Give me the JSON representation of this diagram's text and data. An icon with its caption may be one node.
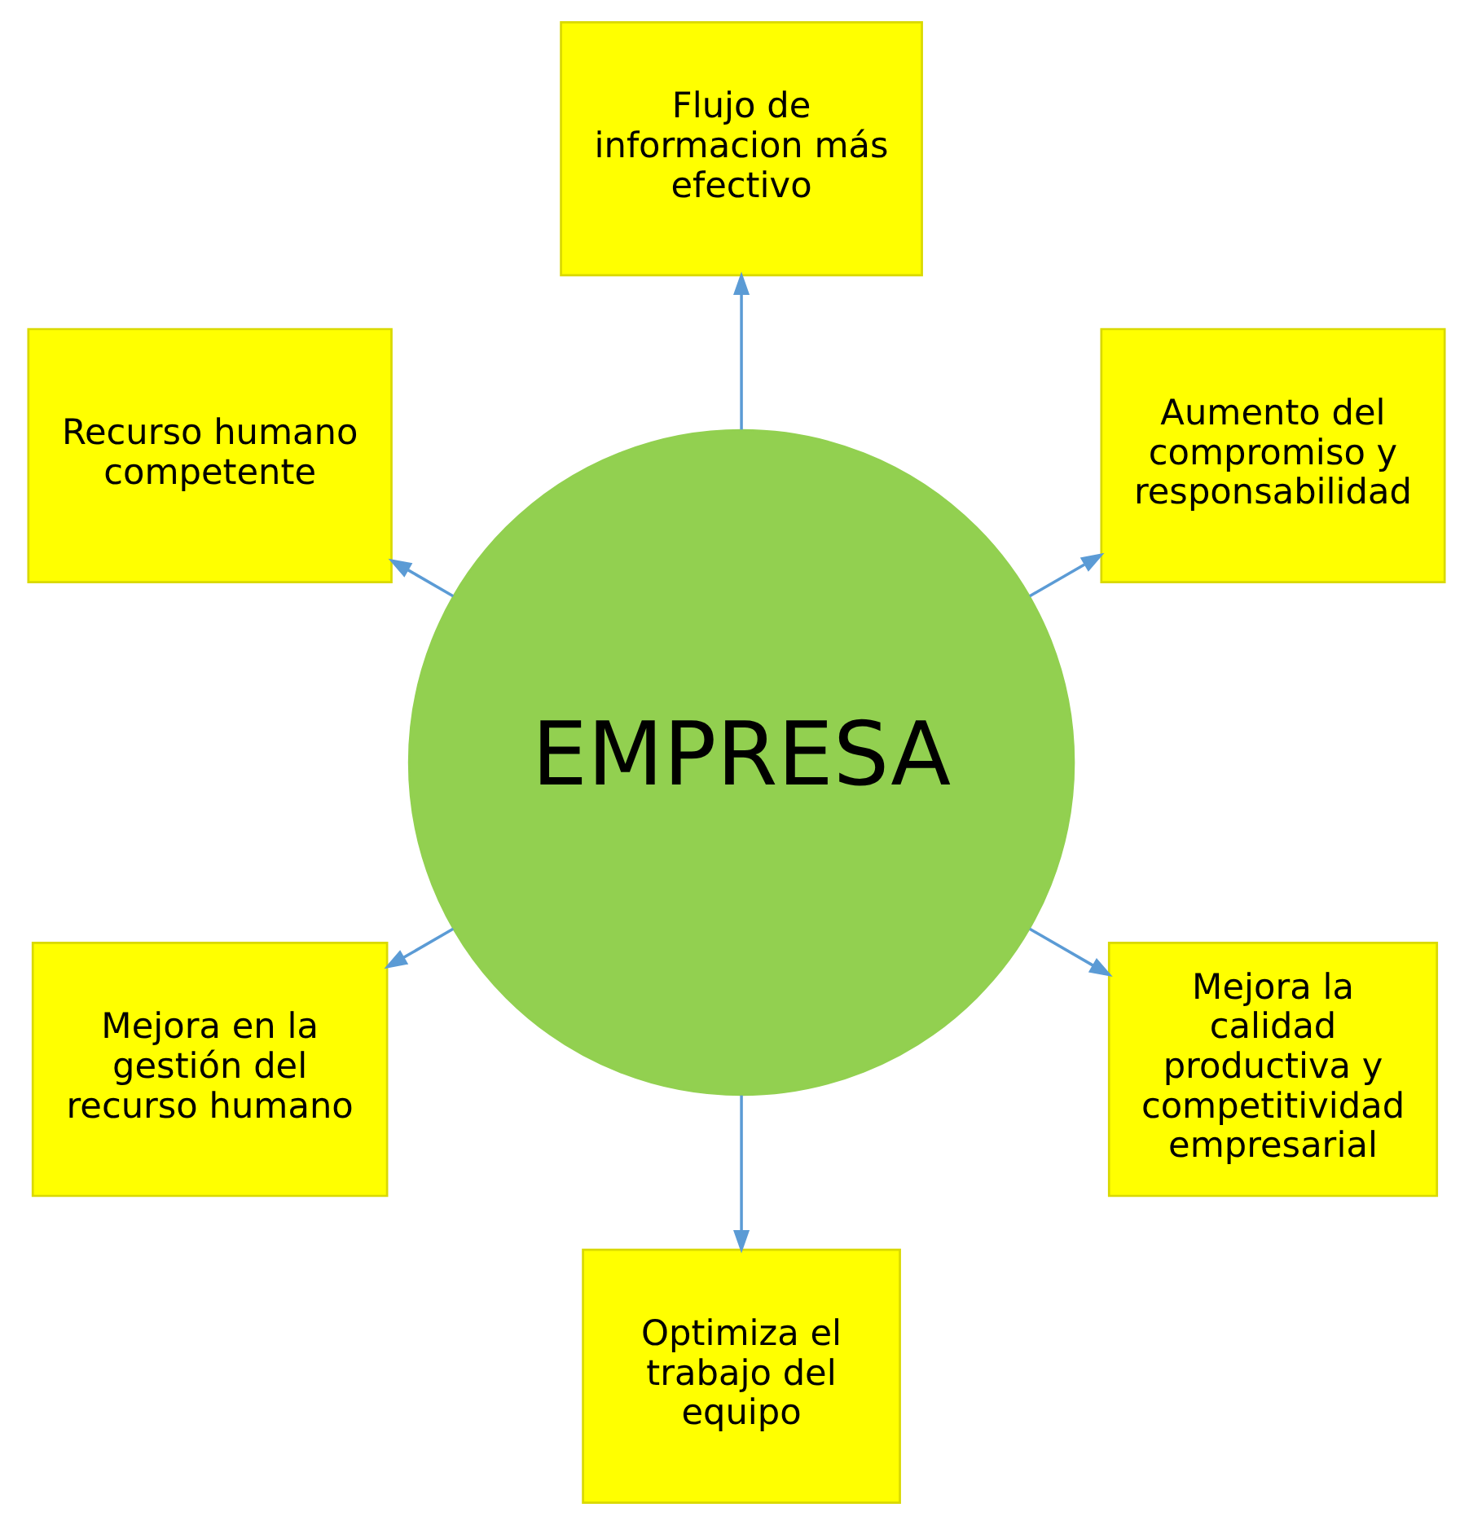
{
  "diagram": {
    "nodes": [
      {
        "text": [
          "EMPRESA"
        ]
      },
      {
        "text": [
          "Aumento del compromiso y responsabilidad"
        ]
      },
      {
        "text": [
          "Flujo de informacion más efectivo"
        ]
      },
      {
        "text": [
          "Recurso humano competente"
        ]
      },
      {
        "text": [
          "Mejora en la gestión del recurso humano"
        ]
      },
      {
        "text": [
          "Optimiza el trabajo del equipo"
        ]
      },
      {
        "text": [
          "Mejora la calidad productiva y competitividad empresarial"
        ]
      }
    ],
    "edges": [
      {
        "from": 0,
        "to": 1,
        "arrow": "to"
      },
      {
        "from": 0,
        "to": 2,
        "arrow": "to"
      },
      {
        "from": 0,
        "to": 3,
        "arrow": "to"
      },
      {
        "from": 0,
        "to": 4,
        "arrow": "to"
      },
      {
        "from": 0,
        "to": 5,
        "arrow": "to"
      },
      {
        "from": 0,
        "to": 6,
        "arrow": "to"
      }
    ]
  }
}
